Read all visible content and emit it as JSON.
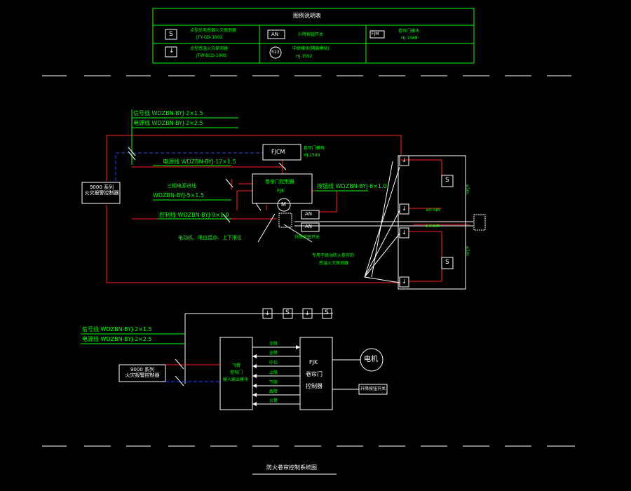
{
  "legend": {
    "title": "图例说明表",
    "items": [
      {
        "symbol": "S",
        "name": "点型光电感烟火灾探测器",
        "model": "JTY-GD-1002"
      },
      {
        "symbol": "AN",
        "name": "升降按钮开关",
        "model": ""
      },
      {
        "symbol": "FJM",
        "name": "卷帘门模块",
        "model": "HJ-1589"
      },
      {
        "symbol": "↓",
        "name": "点型感温火灾探测器",
        "model": "JTW-BCD-1005"
      },
      {
        "symbol": "513",
        "name": "中继模块(隔离模块)",
        "model": "HJ-1502"
      }
    ]
  },
  "top_diagram": {
    "signal_line": "信号线 WDZBN-BYJ-2×1.5",
    "power_line": "电源线 WDZBN-BYJ-2×2.5",
    "controller": "9000 系列\n火灾报警控制器",
    "fjm_box": "FJCM",
    "fjm_label": "卷帘门模块",
    "fjm_model": "HJ-1589",
    "power_line_mid": "电源线 WDZBN-BYJ-12×1.5",
    "three_phase": "三相电源进线",
    "three_phase_spec": "WDZBN-BYJ-5×1.5",
    "panel_title": "卷帘门控制器",
    "panel_code": "FJK",
    "button_line": "按钮线 WDZBN-BYJ-6×1.0",
    "control_line": "控制线 WDZBN-BYJ-9×1.0",
    "motor_symbol": "M",
    "motor_note": "电动机、限位接点、上下限位",
    "an_label": "AN",
    "an_note": "升降按钮开关",
    "dedicated_note_1": "专用于联动防火卷帘的",
    "dedicated_note_2": "感温火灾探测器",
    "dim_1": "≥0.5m",
    "dim_2": "≥0.5m",
    "dim_3": "≤5m",
    "dim_4": "≤5m",
    "detector_s": "S",
    "detector_t": "↓"
  },
  "bottom_diagram": {
    "signal_line": "信号线 WDZBN-BYJ-2×1.5",
    "power_line": "电源线 WDZBN-BYJ-2×2.5",
    "controller": "9000 系列\n火灾报警控制器",
    "input_module": [
      "卷帘门",
      "输入输出模块"
    ],
    "input_module_top": "飞警",
    "signals": [
      "半降",
      "全降",
      "中位",
      "上限",
      "下限",
      "故障",
      "火警"
    ],
    "fjk_lines": [
      "FJK",
      "卷帘门",
      "控制器"
    ],
    "motor": "电机",
    "button": "升降按钮开关",
    "detectors": [
      "↓",
      "S",
      "↓",
      "S"
    ]
  },
  "caption": "防火卷帘控制系统图",
  "colors": {
    "green": "#00ff00",
    "white": "#ffffff",
    "red": "#ff2020",
    "blue": "#2040ff"
  }
}
